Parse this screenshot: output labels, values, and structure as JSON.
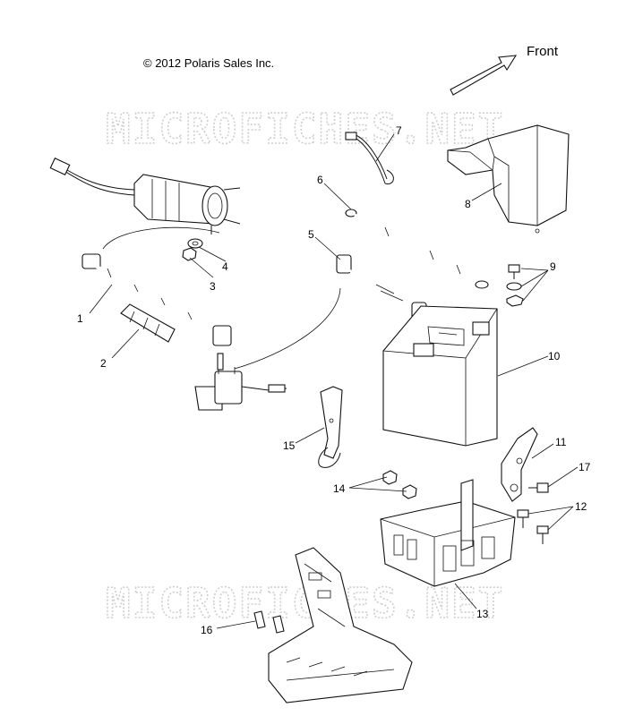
{
  "copyright": "© 2012 Polaris Sales Inc.",
  "direction_label": "Front",
  "watermark": "MICROFICHES.NET",
  "callouts": [
    "1",
    "2",
    "3",
    "4",
    "5",
    "6",
    "7",
    "8",
    "9",
    "10",
    "11",
    "12",
    "13",
    "14",
    "15",
    "16",
    "17"
  ]
}
